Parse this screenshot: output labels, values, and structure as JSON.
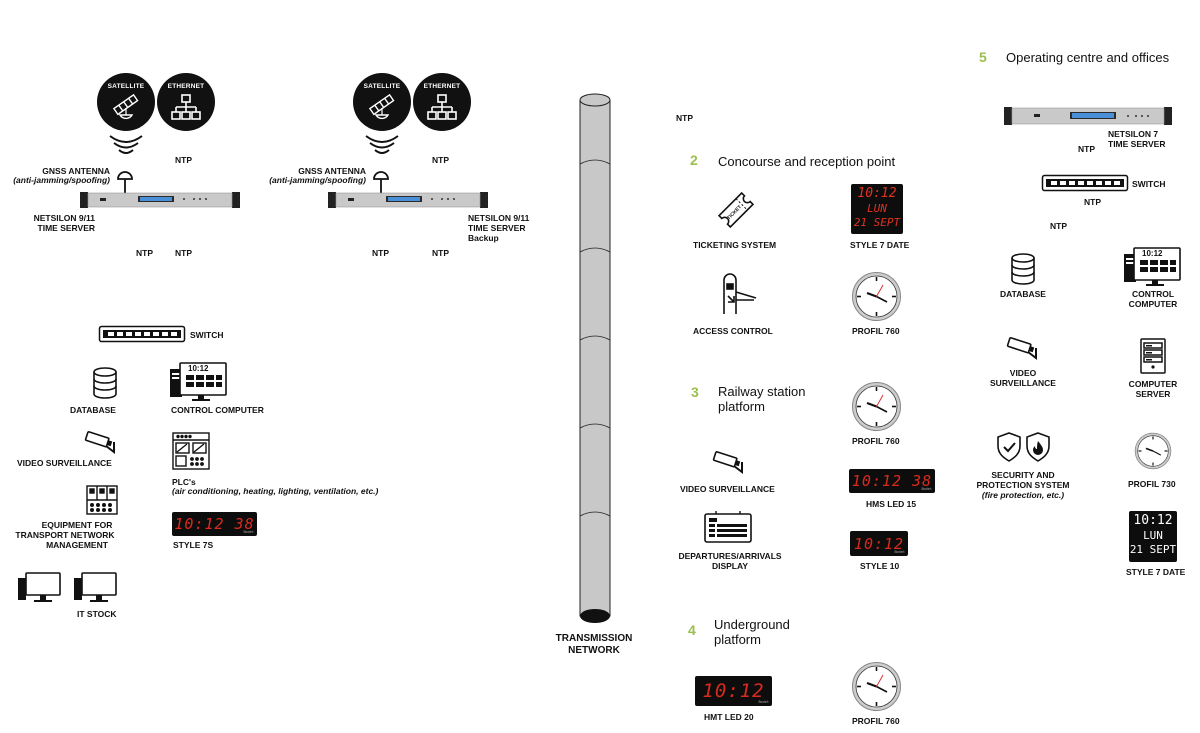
{
  "left": {
    "satellite": "SATELLITE",
    "ethernet": "ETHERNET",
    "ntp_top": "NTP",
    "antenna_title": "GNSS ANTENNA",
    "antenna_sub": "(anti-jamming/spoofing)",
    "server_line1": "NETSILON 9/11",
    "server_line2": "TIME SERVER",
    "ntp_a": "NTP",
    "ntp_b": "NTP",
    "switch": "SWITCH",
    "database": "DATABASE",
    "control_computer": "CONTROL COMPUTER",
    "cc_screen_time": "10:12",
    "video": "VIDEO SURVEILLANCE",
    "plc_title": "PLC's",
    "plc_sub": "(air conditioning, heating, lighting, ventilation, etc.)",
    "equip_l1": "EQUIPMENT FOR",
    "equip_l2": "TRANSPORT NETWORK",
    "equip_l3": "MANAGEMENT",
    "style7s_display": "10:12 38",
    "style7s": "STYLE 7S",
    "it_stock": "IT STOCK"
  },
  "backup": {
    "satellite": "SATELLITE",
    "ethernet": "ETHERNET",
    "ntp_top": "NTP",
    "antenna_title": "GNSS ANTENNA",
    "antenna_sub": "(anti-jamming/spoofing)",
    "server_line1": "NETSILON 9/11",
    "server_line2": "TIME SERVER",
    "server_line3": "Backup",
    "ntp_a": "NTP",
    "ntp_b": "NTP"
  },
  "network": {
    "label_l1": "TRANSMISSION",
    "label_l2": "NETWORK",
    "ntp": "NTP"
  },
  "s2": {
    "num": "2",
    "title": "Concourse and reception point",
    "ticketing": "TICKETING SYSTEM",
    "ticket_text": "TICKET",
    "style7date": "STYLE 7 DATE",
    "date_time": "10:12",
    "date_day": "LUN",
    "date_date": "21 SEPT",
    "access": "ACCESS CONTROL",
    "profil760": "PROFIL 760"
  },
  "s3": {
    "num": "3",
    "title_l1": "Railway station",
    "title_l2": "platform",
    "profil760": "PROFIL 760",
    "video": "VIDEO SURVEILLANCE",
    "hms_display": "10:12 38",
    "hms": "HMS LED 15",
    "dep_l1": "DEPARTURES/ARRIVALS",
    "dep_l2": "DISPLAY",
    "style10_display": "10:12",
    "style10": "STYLE 10"
  },
  "s4": {
    "num": "4",
    "title_l1": "Underground",
    "title_l2": "platform",
    "hmt_display": "10:12",
    "hmt": "HMT LED 20",
    "profil760": "PROFIL 760"
  },
  "s5": {
    "num": "5",
    "title": "Operating centre and offices",
    "server_line1": "NETSILON 7",
    "server_line2": "TIME SERVER",
    "ntp_a": "NTP",
    "switch": "SWITCH",
    "ntp_b": "NTP",
    "ntp_c": "NTP",
    "database": "DATABASE",
    "control_l1": "CONTROL",
    "control_l2": "COMPUTER",
    "cc_screen_time": "10:12",
    "video_l1": "VIDEO",
    "video_l2": "SURVEILLANCE",
    "cserver_l1": "COMPUTER",
    "cserver_l2": "SERVER",
    "security_l1": "SECURITY AND",
    "security_l2": "PROTECTION SYSTEM",
    "security_sub": "(fire protection, etc.)",
    "profil730": "PROFIL 730",
    "style7date": "STYLE 7 DATE",
    "date_time": "10:12",
    "date_day": "LUN",
    "date_date": "21 SEPT"
  },
  "colors": {
    "accent_green": "#9bbf4a",
    "led_red": "#d92a1e",
    "rack_grey": "#c9c9c9",
    "screen_blue": "#4a8fd8"
  }
}
